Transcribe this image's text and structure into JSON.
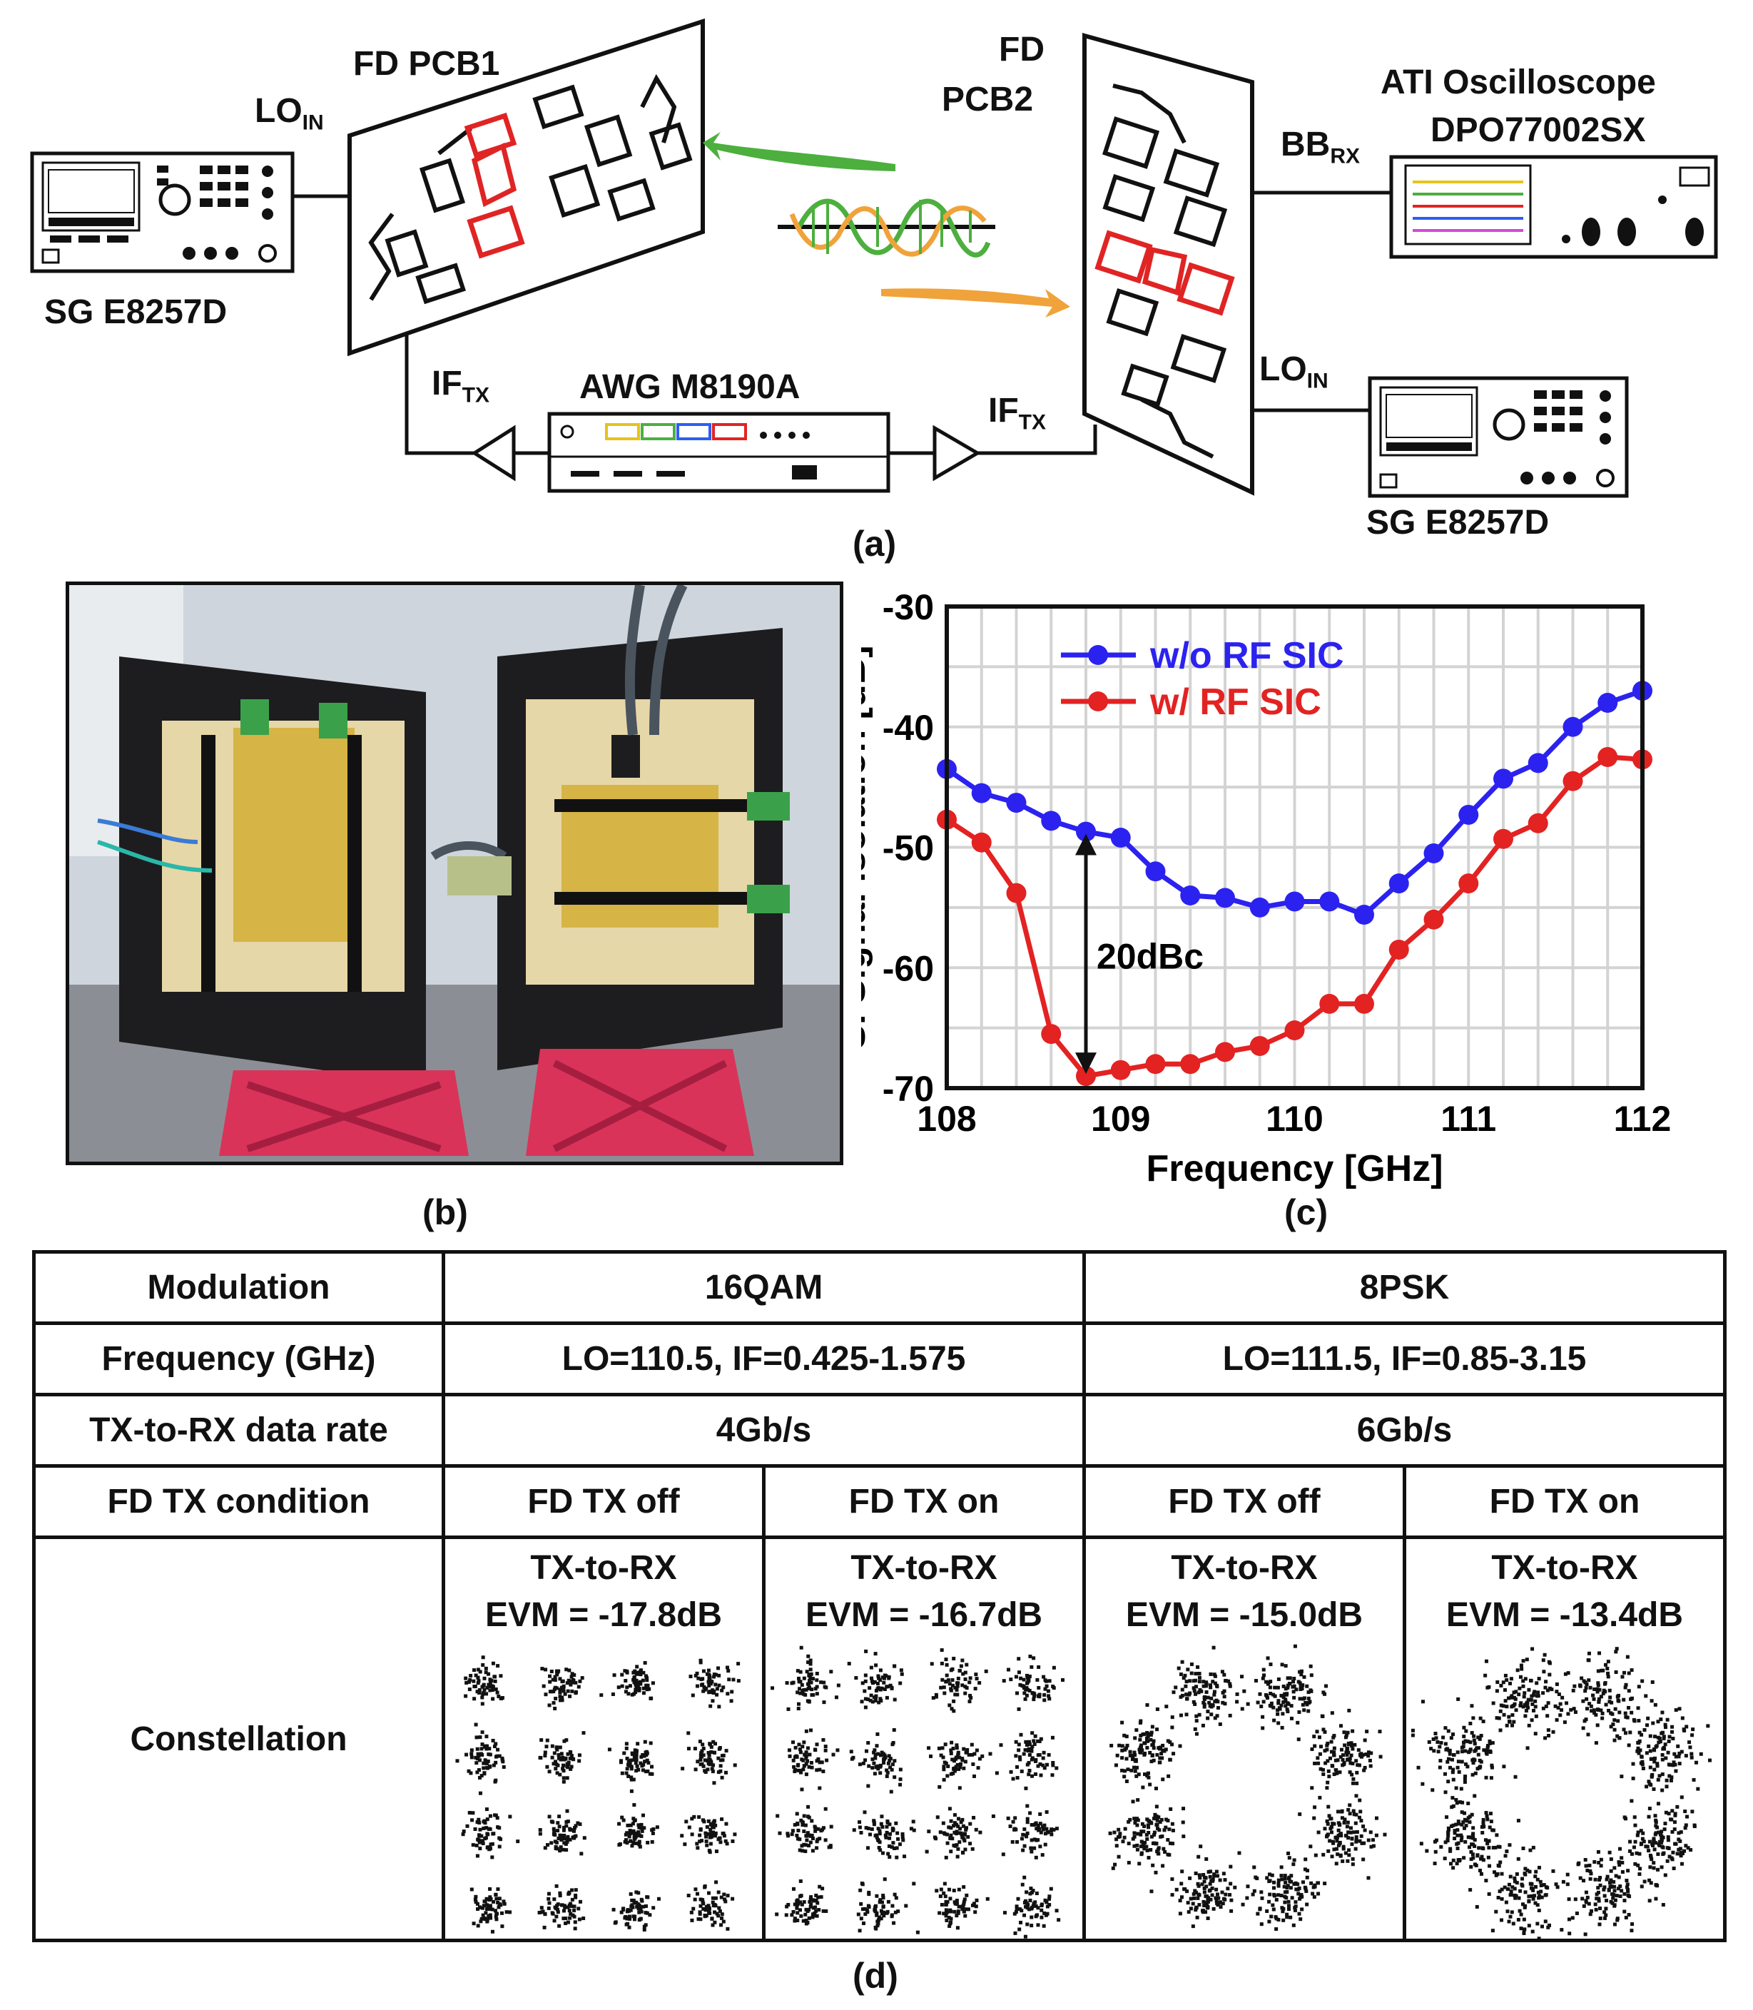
{
  "panel_a": {
    "caption": "(a)",
    "sg_left": "SG E8257D",
    "lo_in_left": "LO",
    "lo_in_left_sub": "IN",
    "pcb1": "FD PCB1",
    "pcb2_line1": "FD",
    "pcb2_line2": "PCB2",
    "osc_line1": "ATI Oscilloscope",
    "osc_line2": "DPO77002SX",
    "bb_rx": "BB",
    "bb_rx_sub": "RX",
    "lo_in_right": "LO",
    "lo_in_right_sub": "IN",
    "sg_right": "SG E8257D",
    "awg": "AWG M8190A",
    "if_tx_left": "IF",
    "if_tx_left_sub": "TX",
    "if_tx_right": "IF",
    "if_tx_right_sub": "TX",
    "colors": {
      "green": "#4caf3e",
      "orange": "#f0a33a",
      "red": "#e02424"
    }
  },
  "panel_b": {
    "caption": "(b)"
  },
  "panel_c": {
    "caption": "(c)",
    "annotation": "20dBc"
  },
  "chart_data": {
    "type": "line",
    "xlabel": "Frequency [GHz]",
    "ylabel": "SI Signal Isolation [dB]",
    "xlim": [
      108,
      112
    ],
    "ylim": [
      -70,
      -30
    ],
    "xticks": [
      108,
      109,
      110,
      111,
      112
    ],
    "yticks": [
      -30,
      -40,
      -50,
      -60,
      -70
    ],
    "grid": true,
    "legend": "top-left",
    "x": [
      108.0,
      108.2,
      108.4,
      108.6,
      108.8,
      109.0,
      109.2,
      109.4,
      109.6,
      109.8,
      110.0,
      110.2,
      110.4,
      110.6,
      110.8,
      111.0,
      111.2,
      111.4,
      111.6,
      111.8,
      112.0
    ],
    "series": [
      {
        "name": "w/o RF SIC",
        "color": "#2b22f0",
        "values": [
          -43.5,
          -45.5,
          -46.3,
          -47.8,
          -48.7,
          -49.2,
          -52.0,
          -54.0,
          -54.2,
          -55.0,
          -54.5,
          -54.5,
          -55.6,
          -53.0,
          -50.5,
          -47.3,
          -44.3,
          -43.0,
          -40.0,
          -38.0,
          -37.0
        ]
      },
      {
        "name": "w/ RF SIC",
        "color": "#e32222",
        "values": [
          -47.7,
          -49.6,
          -53.8,
          -65.5,
          -69.0,
          -68.5,
          -68.0,
          -68.0,
          -67.0,
          -66.5,
          -65.2,
          -63.0,
          -63.0,
          -58.5,
          -56.0,
          -53.0,
          -49.3,
          -48.0,
          -44.5,
          -42.5,
          -42.7
        ]
      }
    ]
  },
  "panel_d": {
    "caption": "(d)",
    "rows": {
      "modulation": {
        "label": "Modulation",
        "a": "16QAM",
        "b": "8PSK"
      },
      "frequency": {
        "label": "Frequency (GHz)",
        "a": "LO=110.5, IF=0.425-1.575",
        "b": "LO=111.5, IF=0.85-3.15"
      },
      "data_rate": {
        "label": "TX-to-RX data rate",
        "a": "4Gb/s",
        "b": "6Gb/s"
      },
      "condition": {
        "label": "FD TX condition",
        "c1": "FD TX off",
        "c2": "FD TX on",
        "c3": "FD TX off",
        "c4": "FD TX on"
      },
      "constellation": {
        "label": "Constellation",
        "c1_title": "TX-to-RX",
        "c1_evm": "EVM = -17.8dB",
        "c2_title": "TX-to-RX",
        "c2_evm": "EVM = -16.7dB",
        "c3_title": "TX-to-RX",
        "c3_evm": "EVM = -15.0dB",
        "c4_title": "TX-to-RX",
        "c4_evm": "EVM = -13.4dB"
      }
    }
  }
}
